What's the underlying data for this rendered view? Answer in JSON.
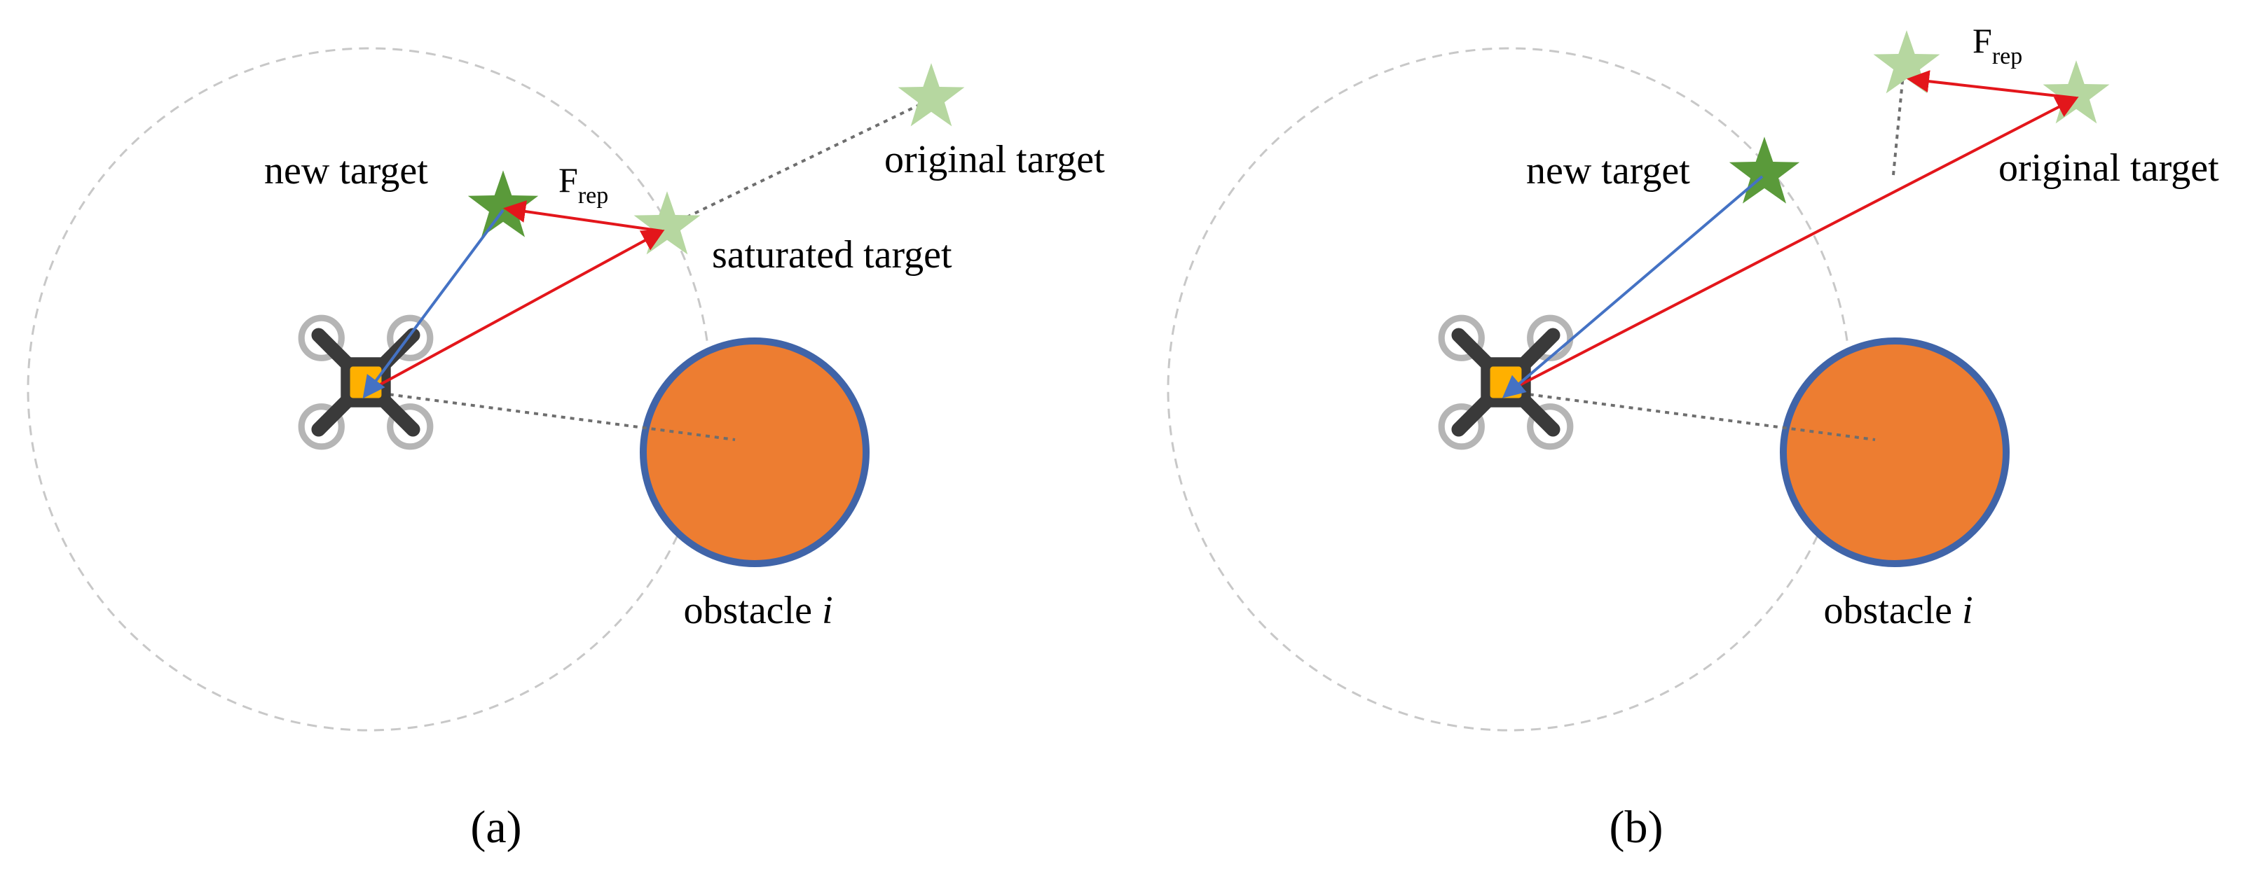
{
  "panel_a": {
    "caption": "(a)",
    "label_new_target": "new target",
    "label_force_main": "F",
    "label_force_sub": "rep",
    "label_original_target": "original target",
    "label_saturated_target": "saturated target",
    "label_obstacle_main": "obstacle ",
    "label_obstacle_italic": "i"
  },
  "panel_b": {
    "caption": "(b)",
    "label_new_target": "new target",
    "label_force_main": "F",
    "label_force_sub": "rep",
    "label_original_target": "original target",
    "label_obstacle_main": "obstacle ",
    "label_obstacle_italic": "i"
  },
  "colors": {
    "obstacle_fill": "#ed7d31",
    "obstacle_stroke": "#4064a8",
    "force_arrow": "#e3161b",
    "result_arrow": "#4472c4",
    "new_target_star": "#5a9a3a",
    "faded_star": "#b6d7a0",
    "drone_body": "#ffb000"
  },
  "icons": {
    "drone": "quadrotor-drone-icon",
    "target": "star-icon"
  }
}
